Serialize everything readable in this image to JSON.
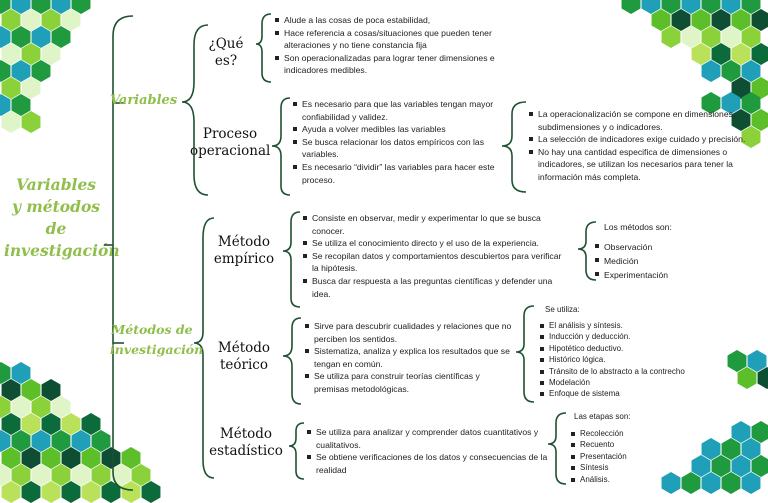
{
  "main_title": [
    "Variables",
    "y métodos",
    "de",
    "investigación"
  ],
  "variables": {
    "label": "Variables",
    "que_es": {
      "label": "¿Qué es?",
      "bullets": [
        "Alude a las cosas de poca estabilidad,",
        "Hace referencia a cosas/situaciones que pueden tener alteraciones y no tiene constancia fija",
        "Son operacionalizadas para lograr tener dimensiones e indicadores medibles."
      ]
    },
    "proceso": {
      "label": [
        "Proceso",
        "operacional"
      ],
      "bullets": [
        "Es necesario para que las variables tengan mayor confiabilidad y validez.",
        "Ayuda a volver medibles las variables",
        "Se busca relacionar los datos empíricos con las variables.",
        "Es necesario “dividir” las variables para hacer este proceso."
      ],
      "details": [
        "La operacionalización se compone en dimensiones, subdimensiones y o indicadores.",
        "La selección de indicadores exige cuidado y precisión.",
        "No hay una cantidad especifica de dimensiones o indicadores, se utilizan los necesarios para tener la información más completa."
      ]
    }
  },
  "metodos": {
    "label": [
      "Métodos de",
      "investigación"
    ],
    "empirico": {
      "label": [
        "Método",
        "empírico"
      ],
      "bullets": [
        "Consiste en observar, medir y experimentar lo que se busca conocer.",
        "Se utiliza el conocimiento directo y el uso de la experiencia.",
        "Se recopilan datos y comportamientos descubiertos para verificar la hipótesis.",
        "Busca dar respuesta a las preguntas científicas y defender una idea."
      ],
      "side_heading": "Los métodos son:",
      "side_items": [
        "Observación",
        "Medición",
        "Experimentación"
      ]
    },
    "teorico": {
      "label": [
        "Método",
        "teórico"
      ],
      "bullets": [
        "Sirve para descubrir cualidades y relaciones que no perciben los sentidos.",
        "Sistematiza, analiza y explica los resultados que se tengan en común.",
        "Se utiliza para construir teorías científicas y premisas metodológicas."
      ],
      "side_heading": "Se utiliza:",
      "side_items": [
        "El análisis y síntesis.",
        "Inducción y deducción.",
        "Hipotético deductivo.",
        "Histórico lógica.",
        "Tránsito de lo abstracto a la contrecho",
        "Modelación",
        "Enfoque de sistema"
      ]
    },
    "estadistico": {
      "label": [
        "Método",
        "estadístico"
      ],
      "bullets": [
        "Se utiliza para analizar y comprender datos cuantitativos y cualitativos.",
        "Se obtiene verificaciones de los datos y consecuencias de la realidad"
      ],
      "side_heading": "Las etapas son:",
      "side_items": [
        "Recolección",
        "Recuento",
        "Presentación",
        "Síntesis",
        "Análisis."
      ]
    }
  },
  "colors": {
    "title_green": "#8fbf4a",
    "connector": "#1e5132",
    "hex_palette": [
      "#0b6b3a",
      "#1f9a3f",
      "#5cbf2a",
      "#8bd13a",
      "#b9e25a",
      "#1fa0b8",
      "#0e4f34",
      "#dff5c8"
    ]
  }
}
